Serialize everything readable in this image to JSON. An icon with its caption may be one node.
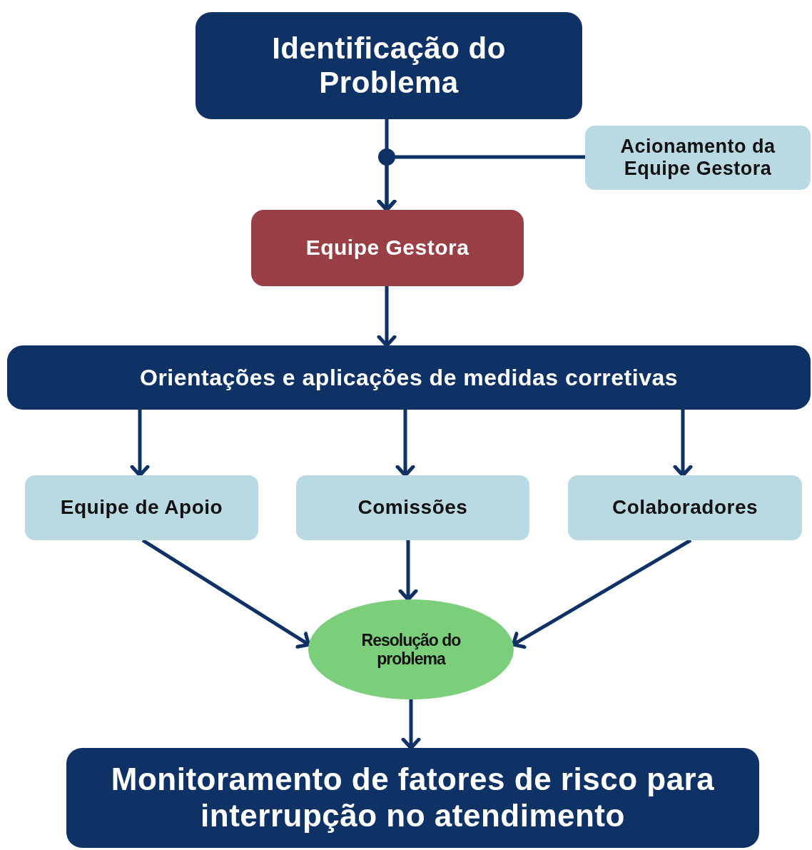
{
  "diagram": {
    "nodes": [
      {
        "text": [
          "Identificação do Problema"
        ]
      },
      {
        "text": [
          "Acionamento da Equipe Gestora"
        ]
      },
      {
        "text": [
          "Equipe Gestora"
        ]
      },
      {
        "text": [
          "Orientações e aplicações de medidas corretivas"
        ]
      },
      {
        "text": [
          "Equipe de Apoio"
        ]
      },
      {
        "text": [
          "Comissões"
        ]
      },
      {
        "text": [
          "Colaboradores"
        ]
      },
      {
        "text": [
          "Resolução do problema"
        ]
      },
      {
        "text": [
          "Monitoramento de fatores de risco para interrupção no atendimento"
        ]
      }
    ],
    "edges": [
      {
        "from": 0,
        "to": 2,
        "arrow": "to"
      },
      {
        "from": 1,
        "to": 2,
        "arrow": "to"
      },
      {
        "from": 2,
        "to": 3,
        "arrow": "to"
      },
      {
        "from": 3,
        "to": 4,
        "arrow": "to"
      },
      {
        "from": 3,
        "to": 5,
        "arrow": "to"
      },
      {
        "from": 3,
        "to": 6,
        "arrow": "to"
      },
      {
        "from": 4,
        "to": 7,
        "arrow": "to"
      },
      {
        "from": 5,
        "to": 7,
        "arrow": "to"
      },
      {
        "from": 6,
        "to": 7,
        "arrow": "to"
      },
      {
        "from": 7,
        "to": 8,
        "arrow": "to"
      }
    ]
  }
}
